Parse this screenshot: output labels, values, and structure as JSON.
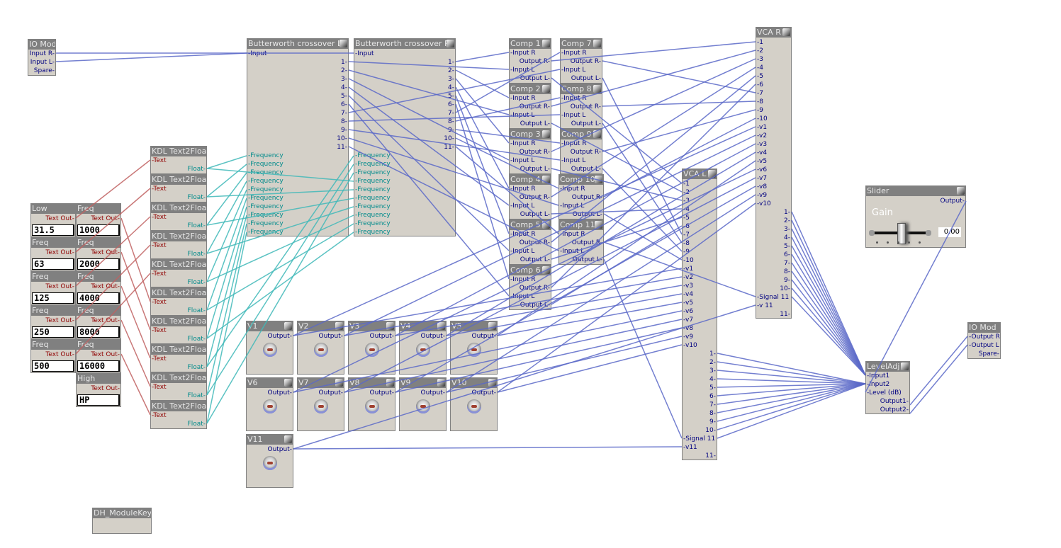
{
  "colors": {
    "wire_audio": "#5a68c8",
    "wire_text": "#c06060",
    "wire_float": "#40b8b8",
    "module_bg": "#d4d0c8",
    "header_bg": "#808080"
  },
  "io_in": {
    "title": "IO Mod",
    "ports": [
      "Input R-",
      "Input L-",
      "Spare-"
    ]
  },
  "io_out": {
    "title": "IO Mod",
    "ports": [
      "-Output R",
      "-Output L",
      "Spare-"
    ]
  },
  "text_inputs": [
    {
      "title": "Low",
      "out": "Text Out-",
      "value": "31.5"
    },
    {
      "title": "Freq",
      "out": "Text Out-",
      "value": "1000"
    },
    {
      "title": "Freq",
      "out": "Text Out-",
      "value": "63"
    },
    {
      "title": "Freq",
      "out": "Text Out-",
      "value": "2000"
    },
    {
      "title": "Freq",
      "out": "Text Out-",
      "value": "125"
    },
    {
      "title": "Freq",
      "out": "Text Out-",
      "value": "4000"
    },
    {
      "title": "Freq",
      "out": "Text Out-",
      "value": "250"
    },
    {
      "title": "Freq",
      "out": "Text Out-",
      "value": "8000"
    },
    {
      "title": "Freq",
      "out": "Text Out-",
      "value": "500"
    },
    {
      "title": "Freq",
      "out": "Text Out-",
      "value": "16000"
    },
    {
      "title": "High",
      "out": "Text Out-",
      "value": "HP"
    }
  ],
  "text2float": {
    "title": "KDL Text2Float",
    "in": "-Text",
    "out": "Float-",
    "count": 10
  },
  "crossover_l": {
    "title": "Butterworth crossover L",
    "input": "-Input",
    "outputs": [
      "1-",
      "2-",
      "3-",
      "4-",
      "5-",
      "6-",
      "7-",
      "8-",
      "9-",
      "10-",
      "11-"
    ],
    "freq_label": "-Frequency"
  },
  "crossover_r": {
    "title": "Butterworth crossover R",
    "input": "-Input",
    "outputs": [
      "1-",
      "2-",
      "3-",
      "4-",
      "5-",
      "6-",
      "7-",
      "8-",
      "9-",
      "10-",
      "11-"
    ],
    "freq_label": "-Frequency"
  },
  "comps": {
    "titles": [
      "Comp 1",
      "Comp 2",
      "Comp 3",
      "Comp 4",
      "Comp 5",
      "Comp 6",
      "Comp 7",
      "Comp 8",
      "Comp 9",
      "Comp 10",
      "Comp 11"
    ],
    "ports": [
      "-Input R",
      "Output R-",
      "-Input L",
      "Output L-"
    ]
  },
  "knobs": {
    "titles": [
      "V1",
      "V2",
      "V3",
      "V4",
      "V5",
      "V6",
      "V7",
      "V8",
      "V9",
      "V10",
      "V11"
    ],
    "out": "Output-"
  },
  "vca_l": {
    "title": "VCA L",
    "inputs": [
      "-1",
      "-2",
      "-3",
      "-4",
      "-5",
      "-6",
      "-7",
      "-8",
      "-9",
      "-10",
      "-v1",
      "-v2",
      "-v3",
      "-v4",
      "-v5",
      "-v6",
      "-v7",
      "-v8",
      "-v9",
      "-v10"
    ],
    "outputs": [
      "1-",
      "2-",
      "3-",
      "4-",
      "5-",
      "6-",
      "7-",
      "8-",
      "9-",
      "10-"
    ],
    "signal11": "-Signal 11",
    "v11": "-v11",
    "out11": "11-"
  },
  "vca_r": {
    "title": "VCA R",
    "inputs": [
      "-1",
      "-2",
      "-3",
      "-4",
      "-5",
      "-6",
      "-7",
      "-8",
      "-9",
      "-10",
      "-v1",
      "-v2",
      "-v3",
      "-v4",
      "-v5",
      "-v6",
      "-v7",
      "-v8",
      "-v9",
      "-v10"
    ],
    "outputs": [
      "1-",
      "2-",
      "3-",
      "4-",
      "5-",
      "6-",
      "7-",
      "8-",
      "9-",
      "10-"
    ],
    "signal11": "-Signal 11",
    "v11": "-v 11",
    "out11": "11-"
  },
  "slider": {
    "title": "Slider",
    "out": "Output-",
    "label": "Gain",
    "value": "0.00",
    "position_fraction": 0.5
  },
  "leveladj": {
    "title": "LevelAdj",
    "ports": [
      "-Input1",
      "-Input2",
      "-Level (dB)",
      "Output1-",
      "Output2-"
    ]
  },
  "modulekey": {
    "title": "DH_ModuleKey"
  }
}
